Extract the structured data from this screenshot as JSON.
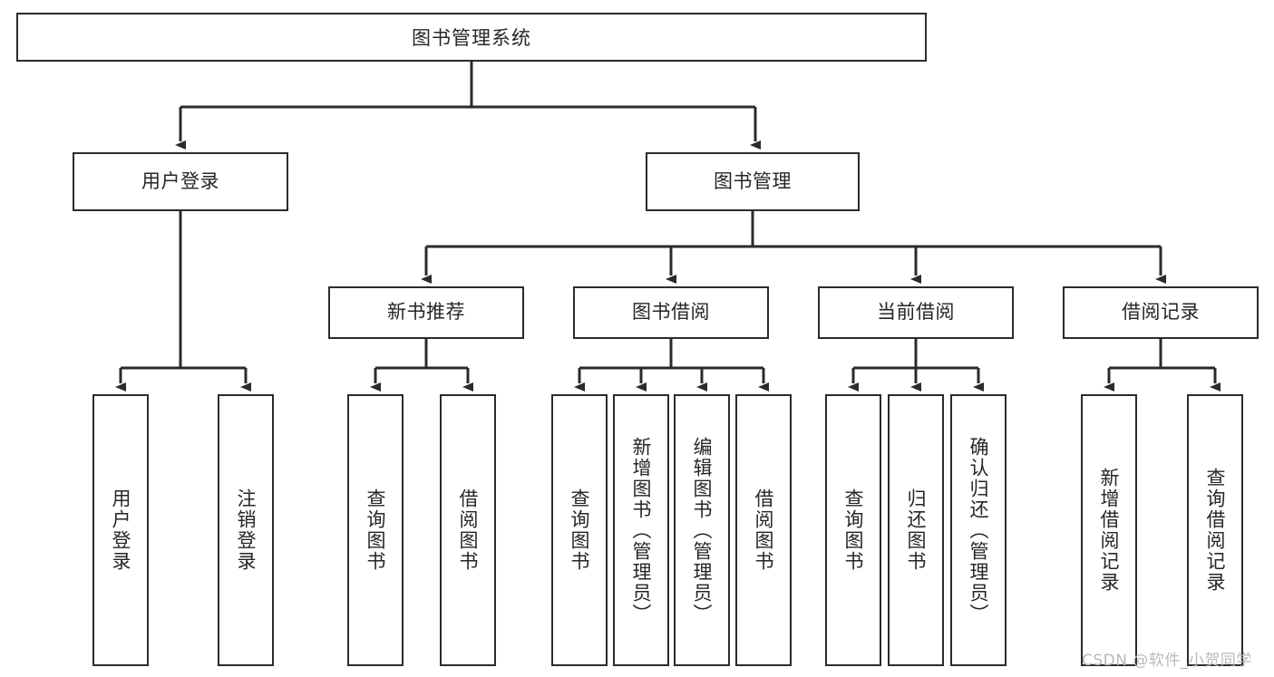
{
  "diagram": {
    "title": "图书管理系统",
    "type": "functional-structure-tree",
    "root": {
      "label": "图书管理系统"
    },
    "level2": [
      {
        "label": "用户登录"
      },
      {
        "label": "图书管理"
      }
    ],
    "level3": [
      {
        "label": "新书推荐"
      },
      {
        "label": "图书借阅"
      },
      {
        "label": "当前借阅"
      },
      {
        "label": "借阅记录"
      }
    ],
    "leaves": {
      "user_login": [
        {
          "label": "用户登录"
        },
        {
          "label": "注销登录"
        }
      ],
      "new_book_recommend": [
        {
          "label": "查询图书"
        },
        {
          "label": "借阅图书"
        }
      ],
      "book_borrow": [
        {
          "label": "查询图书"
        },
        {
          "label": "新增图书（管理员）"
        },
        {
          "label": "编辑图书（管理员）"
        },
        {
          "label": "借阅图书"
        }
      ],
      "current_borrow": [
        {
          "label": "查询图书"
        },
        {
          "label": "归还图书"
        },
        {
          "label": "确认归还（管理员）"
        }
      ],
      "borrow_record": [
        {
          "label": "新增借阅记录"
        },
        {
          "label": "查询借阅记录"
        }
      ]
    }
  },
  "watermark": {
    "text": "CSDN @软件_小贺同学"
  },
  "colors": {
    "stroke": "#2b2b2b",
    "fill": "#ffffff",
    "text": "#262626",
    "watermark": "#b9b9b9"
  }
}
